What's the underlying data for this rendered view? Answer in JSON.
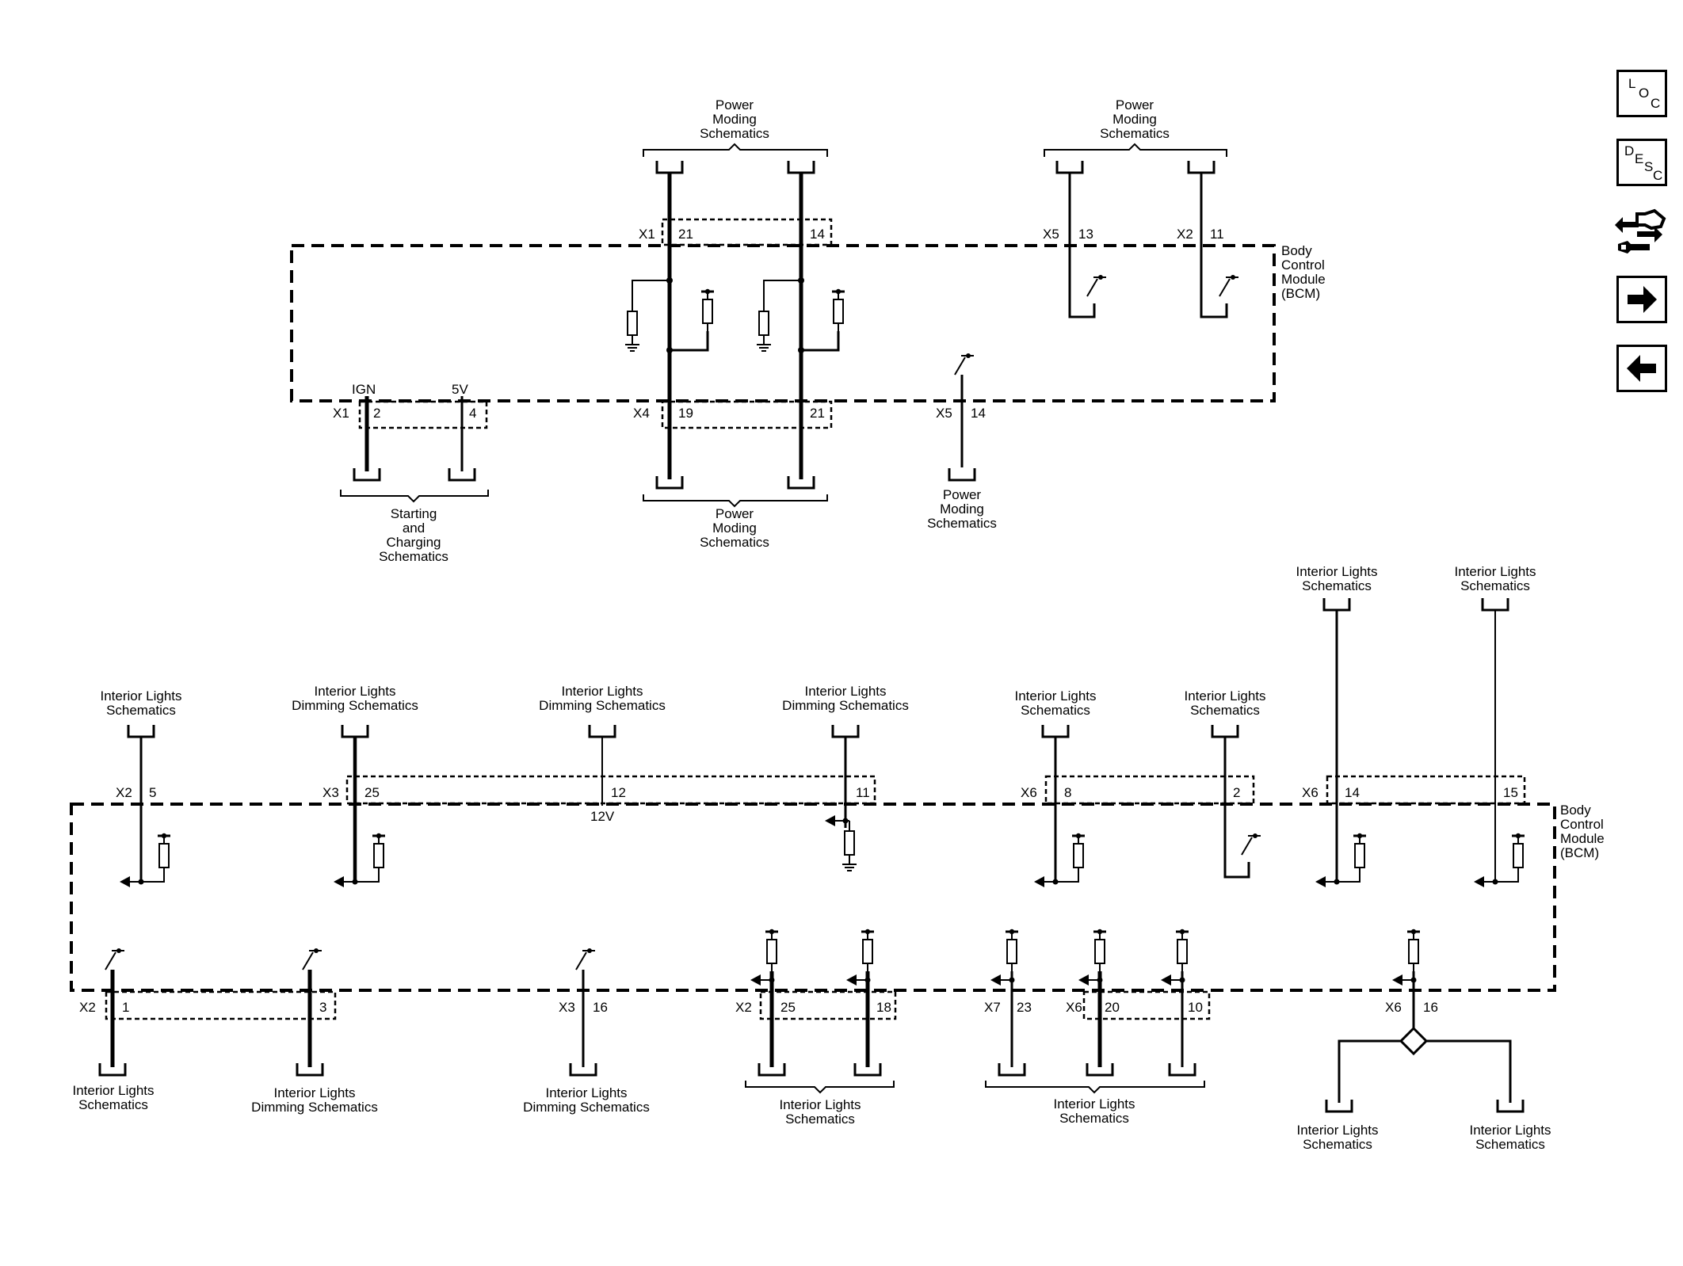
{
  "modules": {
    "top": [
      "Body",
      "Control",
      "Module",
      "(BCM)"
    ],
    "bottom": [
      "Body",
      "Control",
      "Module",
      "(BCM)"
    ]
  },
  "labels": {
    "pm_top_left": [
      "Power",
      "Moding",
      "Schematics"
    ],
    "pm_top_right": [
      "Power",
      "Moding",
      "Schematics"
    ],
    "pm_bottom_mid": [
      "Power",
      "Moding",
      "Schematics"
    ],
    "pm_bottom_x5": [
      "Power",
      "Moding",
      "Schematics"
    ],
    "starting": [
      "Starting",
      "and",
      "Charging",
      "Schematics"
    ],
    "b_x2_5": [
      "Interior Lights",
      "Schematics"
    ],
    "b_x3_25": [
      "Interior Lights",
      "Dimming Schematics"
    ],
    "b_12": [
      "Interior Lights",
      "Dimming Schematics"
    ],
    "b_11": [
      "Interior Lights",
      "Dimming Schematics"
    ],
    "b_x6_8": [
      "Interior Lights",
      "Schematics"
    ],
    "b_2": [
      "Interior Lights",
      "Schematics"
    ],
    "b_x6_14": [
      "Interior Lights",
      "Schematics"
    ],
    "b_15": [
      "Interior Lights",
      "Schematics"
    ],
    "bb_x2_1": [
      "Interior Lights",
      "Schematics"
    ],
    "bb_3": [
      "Interior Lights",
      "Dimming Schematics"
    ],
    "bb_x3_16": [
      "Interior Lights",
      "Dimming Schematics"
    ],
    "bb_x2_pair": [
      "Interior Lights",
      "Schematics"
    ],
    "bb_x7_group": [
      "Interior Lights",
      "Schematics"
    ],
    "bb_x6_16_left": [
      "Interior Lights",
      "Schematics"
    ],
    "bb_x6_16_right": [
      "Interior Lights",
      "Schematics"
    ]
  },
  "pins": {
    "x1_21": [
      "X1",
      "21"
    ],
    "p14": [
      "",
      "14"
    ],
    "x5_13": [
      "X5",
      "13"
    ],
    "x2_11": [
      "X2",
      "11"
    ],
    "x1_2": [
      "X1",
      "2"
    ],
    "p4": [
      "",
      "4"
    ],
    "x4_19": [
      "X4",
      "19"
    ],
    "p21": [
      "",
      "21"
    ],
    "x5_14": [
      "X5",
      "14"
    ],
    "x2_5": [
      "X2",
      "5"
    ],
    "x3_25": [
      "X3",
      "25"
    ],
    "p12": [
      "",
      "12"
    ],
    "p11": [
      "",
      "11"
    ],
    "x6_8": [
      "X6",
      "8"
    ],
    "p2": [
      "",
      "2"
    ],
    "x6_14": [
      "X6",
      "14"
    ],
    "p15": [
      "",
      "15"
    ],
    "x2_1": [
      "X2",
      "1"
    ],
    "p3": [
      "",
      "3"
    ],
    "x3_16": [
      "X3",
      "16"
    ],
    "x2_25": [
      "X2",
      "25"
    ],
    "p18": [
      "",
      "18"
    ],
    "x7_23": [
      "X7",
      "23"
    ],
    "x6_20": [
      "X6",
      "20"
    ],
    "p10": [
      "",
      "10"
    ],
    "x6_16": [
      "X6",
      "16"
    ]
  },
  "signals": {
    "ign": "IGN",
    "v5": "5V",
    "v12": "12V"
  },
  "nav": {
    "loc": [
      "L",
      "O",
      "C"
    ],
    "desc": [
      "D",
      "E",
      "S",
      "C"
    ],
    "connector_icon": "connector-tool-icon",
    "next_icon": "arrow-right-icon",
    "prev_icon": "arrow-left-icon"
  }
}
